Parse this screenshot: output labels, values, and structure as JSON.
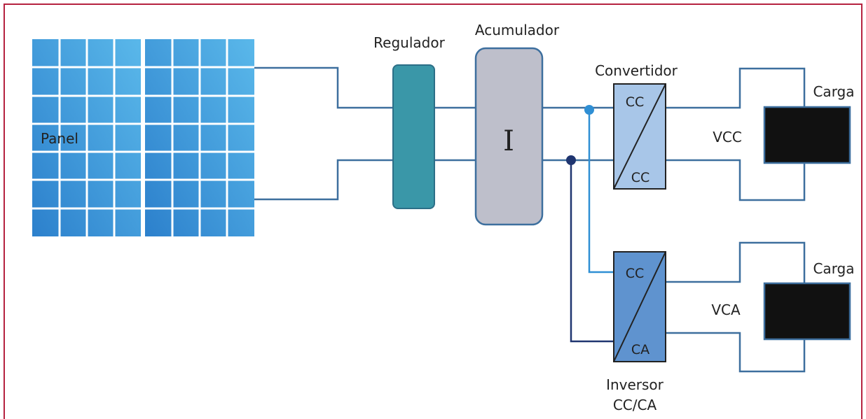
{
  "colors": {
    "frame": "#b5223f",
    "wire": "#3d6f9e",
    "wire_dark": "#1f3570",
    "wire_light": "#2f8fd4",
    "panel_cell_light": "#5ab0e4",
    "panel_cell_dark": "#2e86cf",
    "regulator": "#3a97a8",
    "accumulator": "#bebfcb",
    "converter": "#a8c6e8",
    "inverter": "#5f93cf",
    "load": "#111111"
  },
  "labels": {
    "panel": "Panel",
    "regulator": "Regulador",
    "accumulator": "Acumulador",
    "accumulator_symbol": "I",
    "converter": "Convertidor",
    "converter_in": "CC",
    "converter_out": "CC",
    "inverter_line1": "Inversor",
    "inverter_line2": "CC/CA",
    "inverter_in": "CC",
    "inverter_out": "CA",
    "load_top": "Carga",
    "load_bottom": "Carga",
    "vcc": "VCC",
    "vca": "VCA"
  }
}
